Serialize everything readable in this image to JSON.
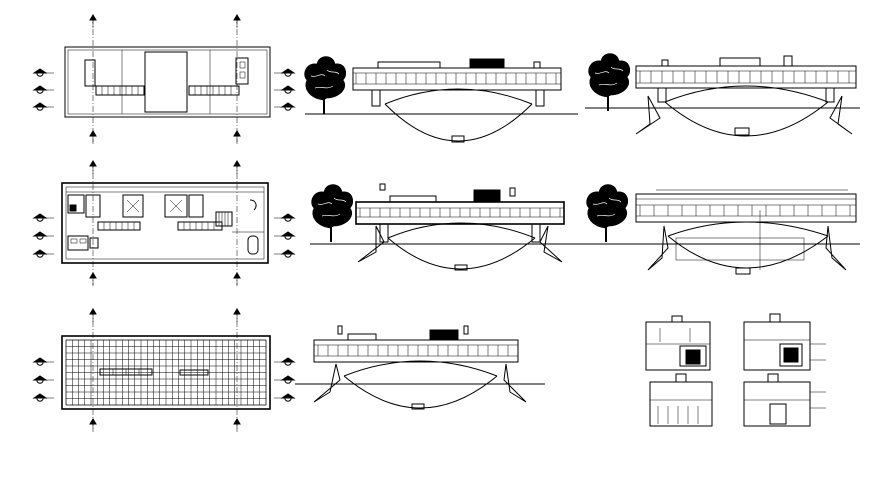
{
  "sheet": {
    "background_color": "#ffffff",
    "line_color": "#000000",
    "tree_color": "#000000"
  },
  "views": [
    {
      "id": "plan-upper",
      "kind": "floor-plan"
    },
    {
      "id": "plan-ground",
      "kind": "floor-plan"
    },
    {
      "id": "plan-roof",
      "kind": "roof-plan"
    },
    {
      "id": "elevation-front",
      "kind": "elevation"
    },
    {
      "id": "elevation-rear",
      "kind": "elevation"
    },
    {
      "id": "section-1",
      "kind": "section"
    },
    {
      "id": "section-2",
      "kind": "section"
    },
    {
      "id": "elevation-side",
      "kind": "elevation"
    },
    {
      "id": "end-elevations",
      "kind": "elevation-set"
    }
  ]
}
